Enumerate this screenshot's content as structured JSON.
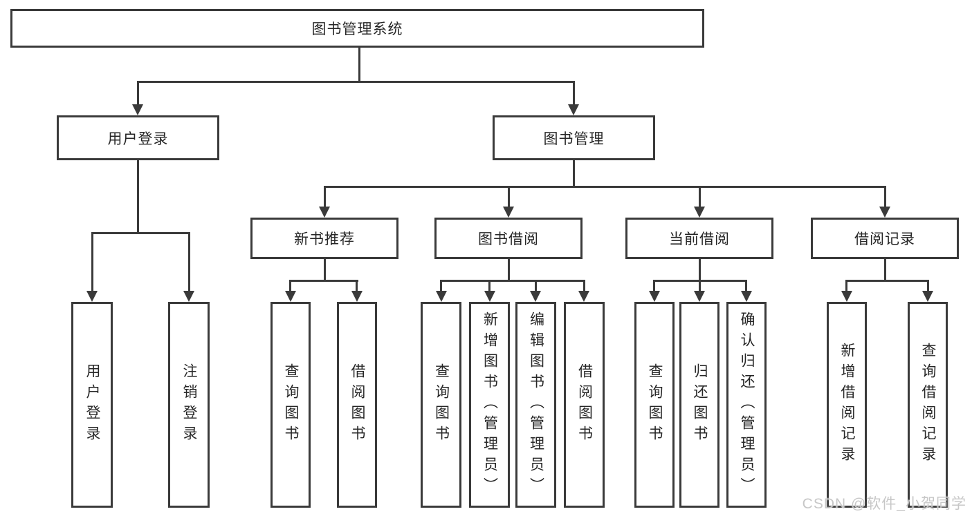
{
  "tree": {
    "root": "图书管理系统",
    "branches": [
      {
        "label": "用户登录",
        "children": [
          "用户登录",
          "注销登录"
        ]
      },
      {
        "label": "图书管理",
        "sections": [
          {
            "label": "新书推荐",
            "children": [
              "查询图书",
              "借阅图书"
            ]
          },
          {
            "label": "图书借阅",
            "children": [
              "查询图书",
              "新增图书（管理员）",
              "编辑图书（管理员）",
              "借阅图书"
            ]
          },
          {
            "label": "当前借阅",
            "children": [
              "查询图书",
              "归还图书",
              "确认归还（管理员）"
            ]
          },
          {
            "label": "借阅记录",
            "children": [
              "新增借阅记录",
              "查询借阅记录"
            ]
          }
        ]
      }
    ]
  },
  "watermark": "CSDN @软件_小贺同学",
  "colors": {
    "line": "#3a3a3a",
    "text": "#262626",
    "watermark": "#c7c7c7",
    "background": "#ffffff"
  }
}
